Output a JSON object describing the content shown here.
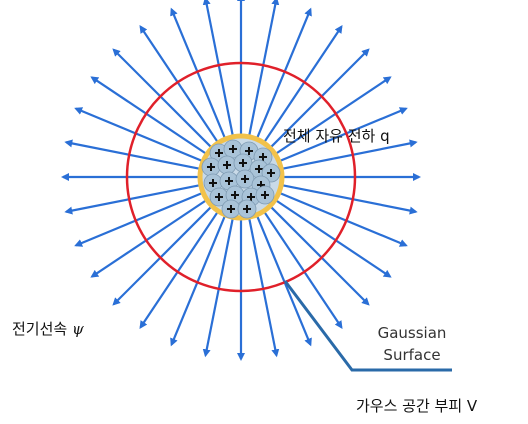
{
  "colors": {
    "field_line": "#2a6fd6",
    "gaussian_surface": "#e0202a",
    "pointer_line": "#2a6aa8",
    "charge_rim": "#f2c24a",
    "charge_fill": "#c9dae8",
    "charge_ball": "#a9c3d8",
    "plus_sign": "#111111"
  },
  "icons": {
    "field_lines": "radial-arrow-icon",
    "charge_cluster": "charge-cluster-icon",
    "gaussian_surface": "circle-outline-icon"
  },
  "field_line_count": 32,
  "labels": {
    "total_free_charge": "전체 자유 전하 q",
    "electric_flux_text": "전기선속",
    "electric_flux_symbol": "ψ",
    "gaussian_surface_line1": "Gaussian",
    "gaussian_surface_line2": "Surface",
    "gaussian_volume": "가우스 공간 부피 V"
  }
}
